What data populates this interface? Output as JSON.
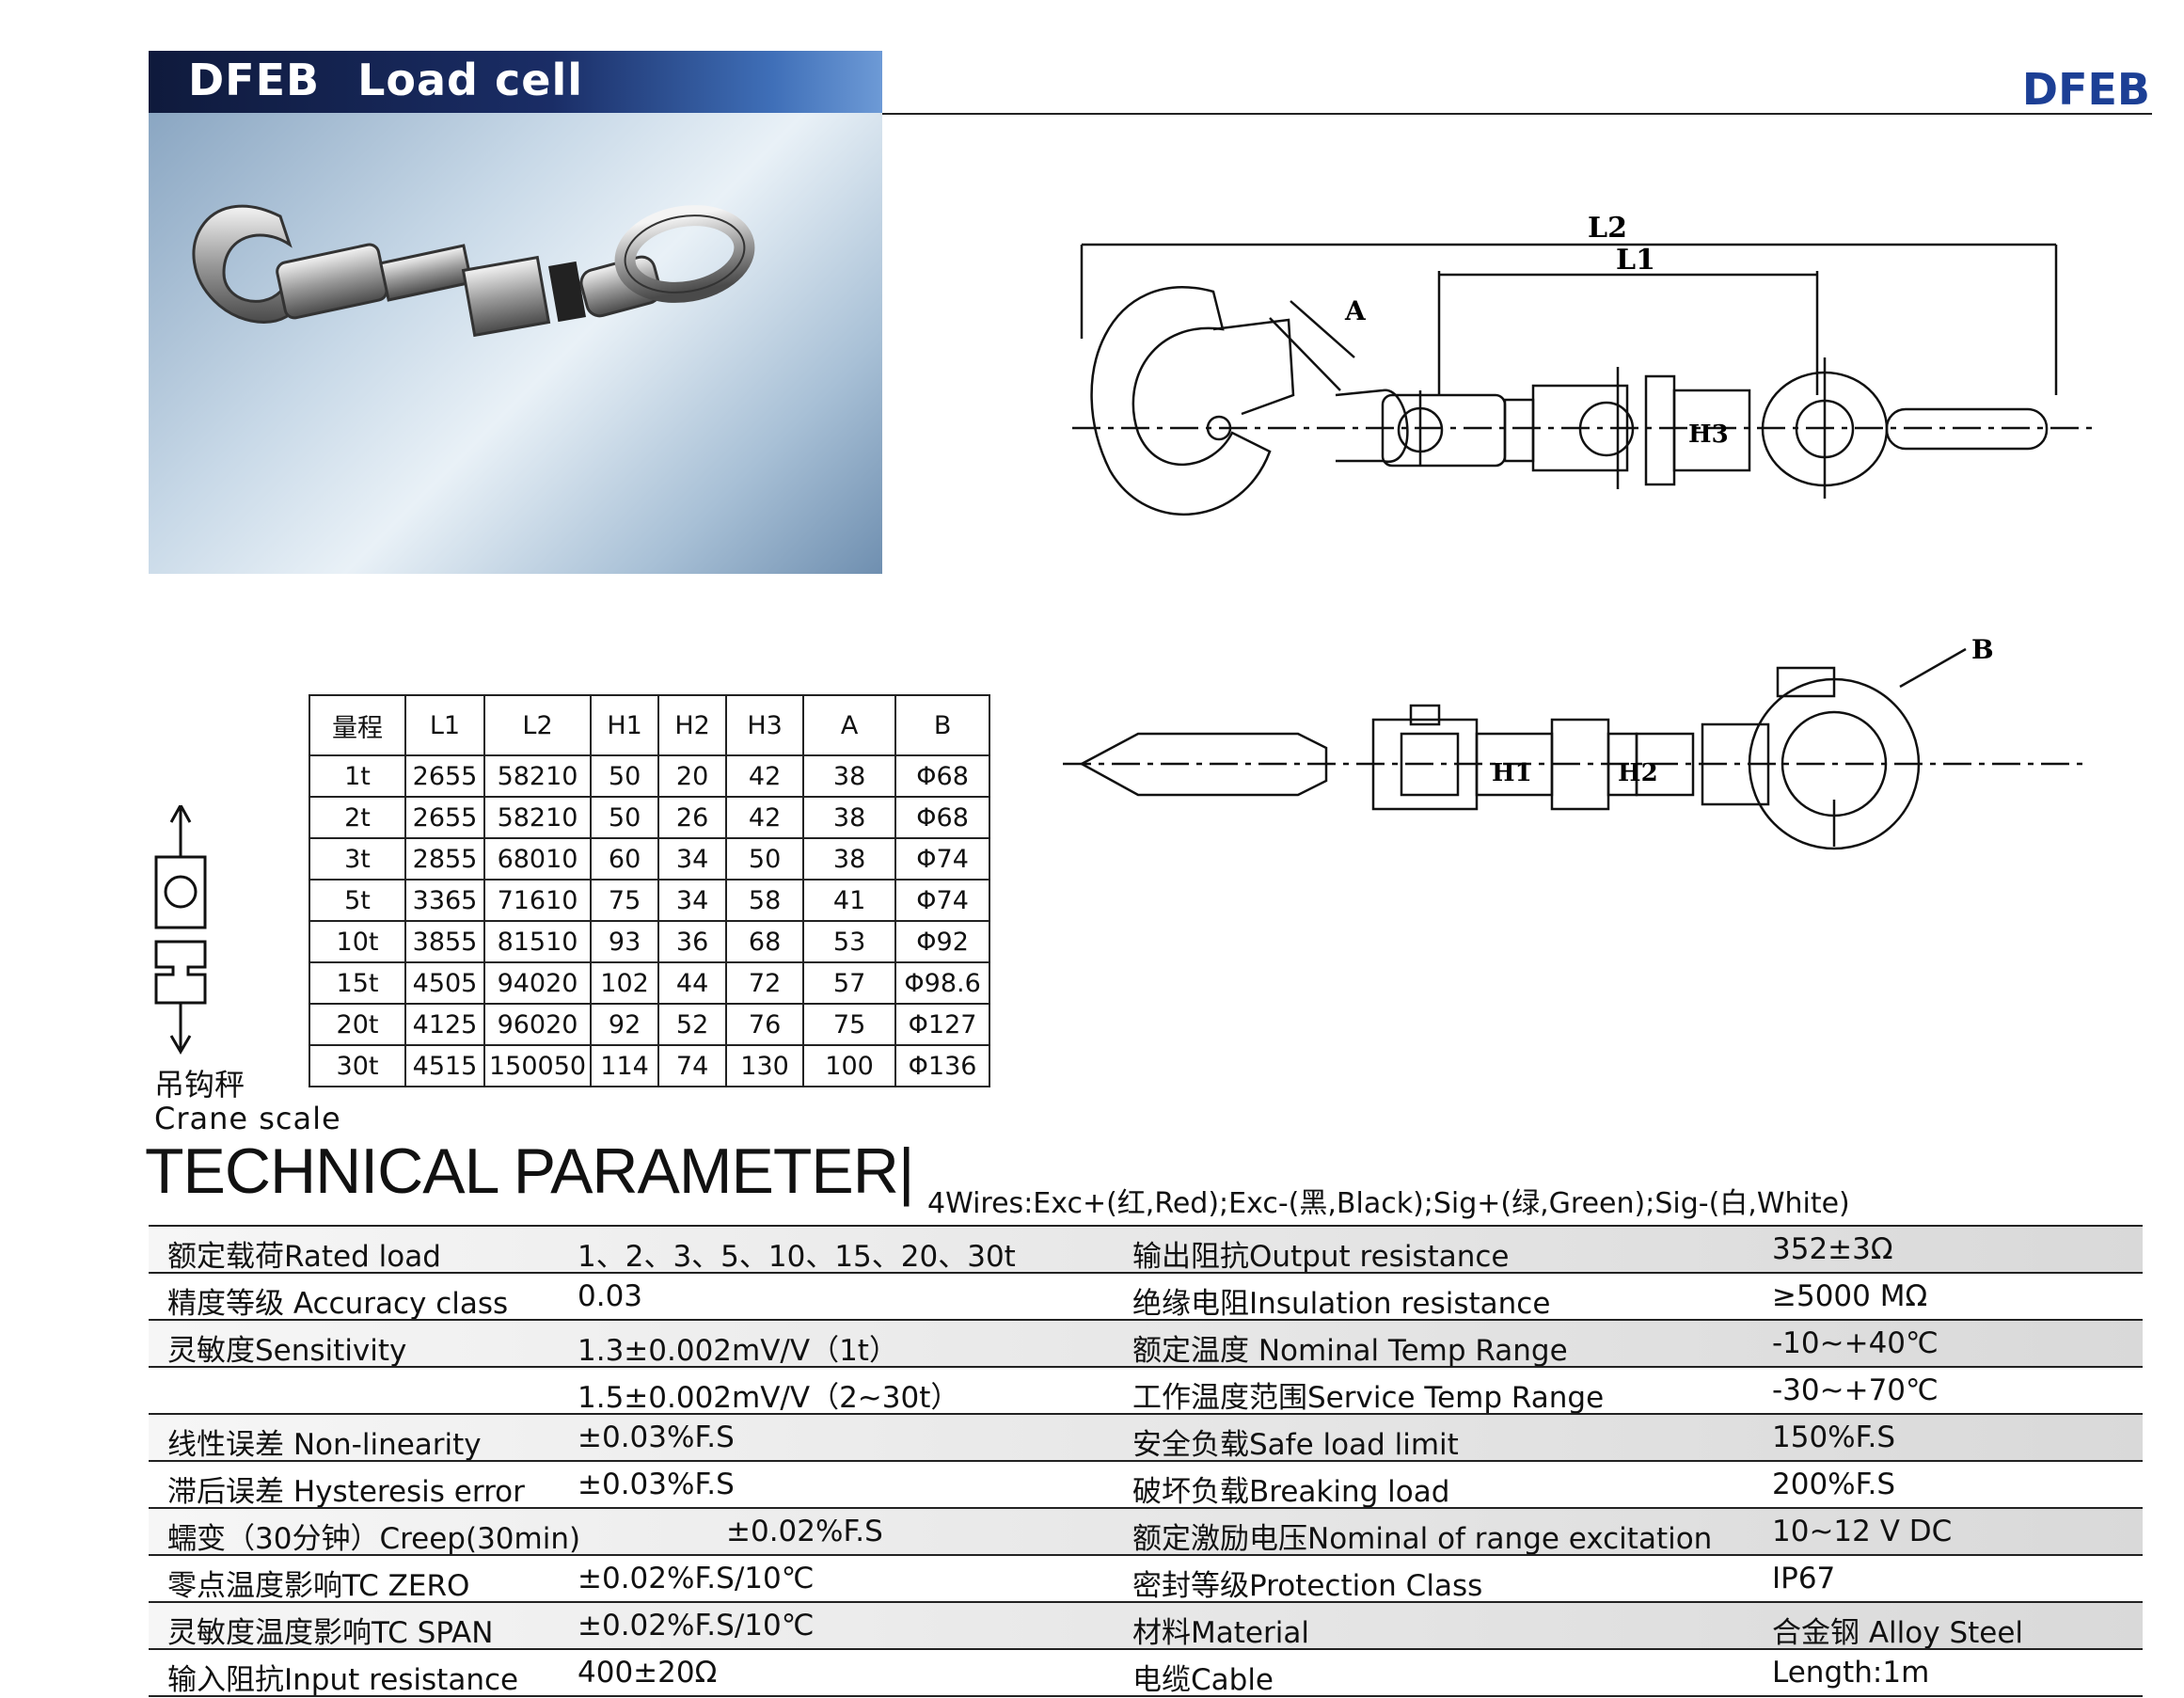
{
  "header": {
    "model": "DFEB",
    "product": "Load cell",
    "corner_tag": "DFEB"
  },
  "drawing_labels": {
    "L2": "L2",
    "L1": "L1",
    "A": "A",
    "H3": "H3",
    "B": "B",
    "H1": "H1",
    "H2": "H2"
  },
  "spec_table": {
    "headers": [
      "量程",
      "L1",
      "L2",
      "H1",
      "H2",
      "H3",
      "A",
      "B"
    ],
    "rows": [
      [
        "1t",
        "2655",
        "58210",
        "50",
        "20",
        "42",
        "38",
        "Φ68"
      ],
      [
        "2t",
        "2655",
        "58210",
        "50",
        "26",
        "42",
        "38",
        "Φ68"
      ],
      [
        "3t",
        "2855",
        "68010",
        "60",
        "34",
        "50",
        "38",
        "Φ74"
      ],
      [
        "5t",
        "3365",
        "71610",
        "75",
        "34",
        "58",
        "41",
        "Φ74"
      ],
      [
        "10t",
        "3855",
        "81510",
        "93",
        "36",
        "68",
        "53",
        "Φ92"
      ],
      [
        "15t",
        "4505",
        "94020",
        "102",
        "44",
        "72",
        "57",
        "Φ98.6"
      ],
      [
        "20t",
        "4125",
        "96020",
        "92",
        "52",
        "76",
        "75",
        "Φ127"
      ],
      [
        "30t",
        "4515",
        "150050",
        "114",
        "74",
        "130",
        "100",
        "Φ136"
      ]
    ]
  },
  "crane_scale": {
    "zh": "吊钩秤",
    "en": "Crane scale"
  },
  "technical": {
    "title": "TECHNICAL PARAMETER",
    "wires": "4Wires:Exc+(红,Red);Exc-(黑,Black);Sig+(绿,Green);Sig-(白,White)",
    "rows": [
      {
        "l1": "额定载荷Rated load",
        "v1": "1、2、3、5、10、15、20、30t",
        "l2": "输出阻抗Output resistance",
        "v2": "352±3Ω"
      },
      {
        "l1": "精度等级 Accuracy class",
        "v1": "0.03",
        "l2": "绝缘电阻Insulation resistance",
        "v2": "≥5000 MΩ"
      },
      {
        "l1": "灵敏度Sensitivity",
        "v1": "1.3±0.002mV/V（1t）",
        "l2": "额定温度 Nominal Temp Range",
        "v2": "-10~+40℃"
      },
      {
        "l1": "",
        "v1": "1.5±0.002mV/V（2~30t）",
        "l2": "工作温度范围Service Temp Range",
        "v2": "-30~+70℃"
      },
      {
        "l1": "线性误差 Non-linearity",
        "v1": "±0.03%F.S",
        "l2": "安全负载Safe load limit",
        "v2": "150%F.S"
      },
      {
        "l1": "滞后误差 Hysteresis error",
        "v1": "±0.03%F.S",
        "l2": "破坏负载Breaking load",
        "v2": "200%F.S"
      },
      {
        "l1": "蠕变（30分钟）Creep(30min)",
        "v1": "±0.02%F.S",
        "l2": "额定激励电压Nominal of range excitation",
        "v2": "10~12 V DC"
      },
      {
        "l1": "零点温度影响TC ZERO",
        "v1": "±0.02%F.S/10℃",
        "l2": "密封等级Protection Class",
        "v2": "IP67"
      },
      {
        "l1": "灵敏度温度影响TC SPAN",
        "v1": "±0.02%F.S/10℃",
        "l2": "材料Material",
        "v2": "合金钢 Alloy Steel"
      },
      {
        "l1": "输入阻抗Input resistance",
        "v1": "400±20Ω",
        "l2": "电缆Cable",
        "v2": "Length:1m"
      }
    ]
  },
  "colors": {
    "banner_dark": "#0f1a3c",
    "banner_light": "#6d9ad6",
    "tag_blue": "#1c3f95"
  }
}
